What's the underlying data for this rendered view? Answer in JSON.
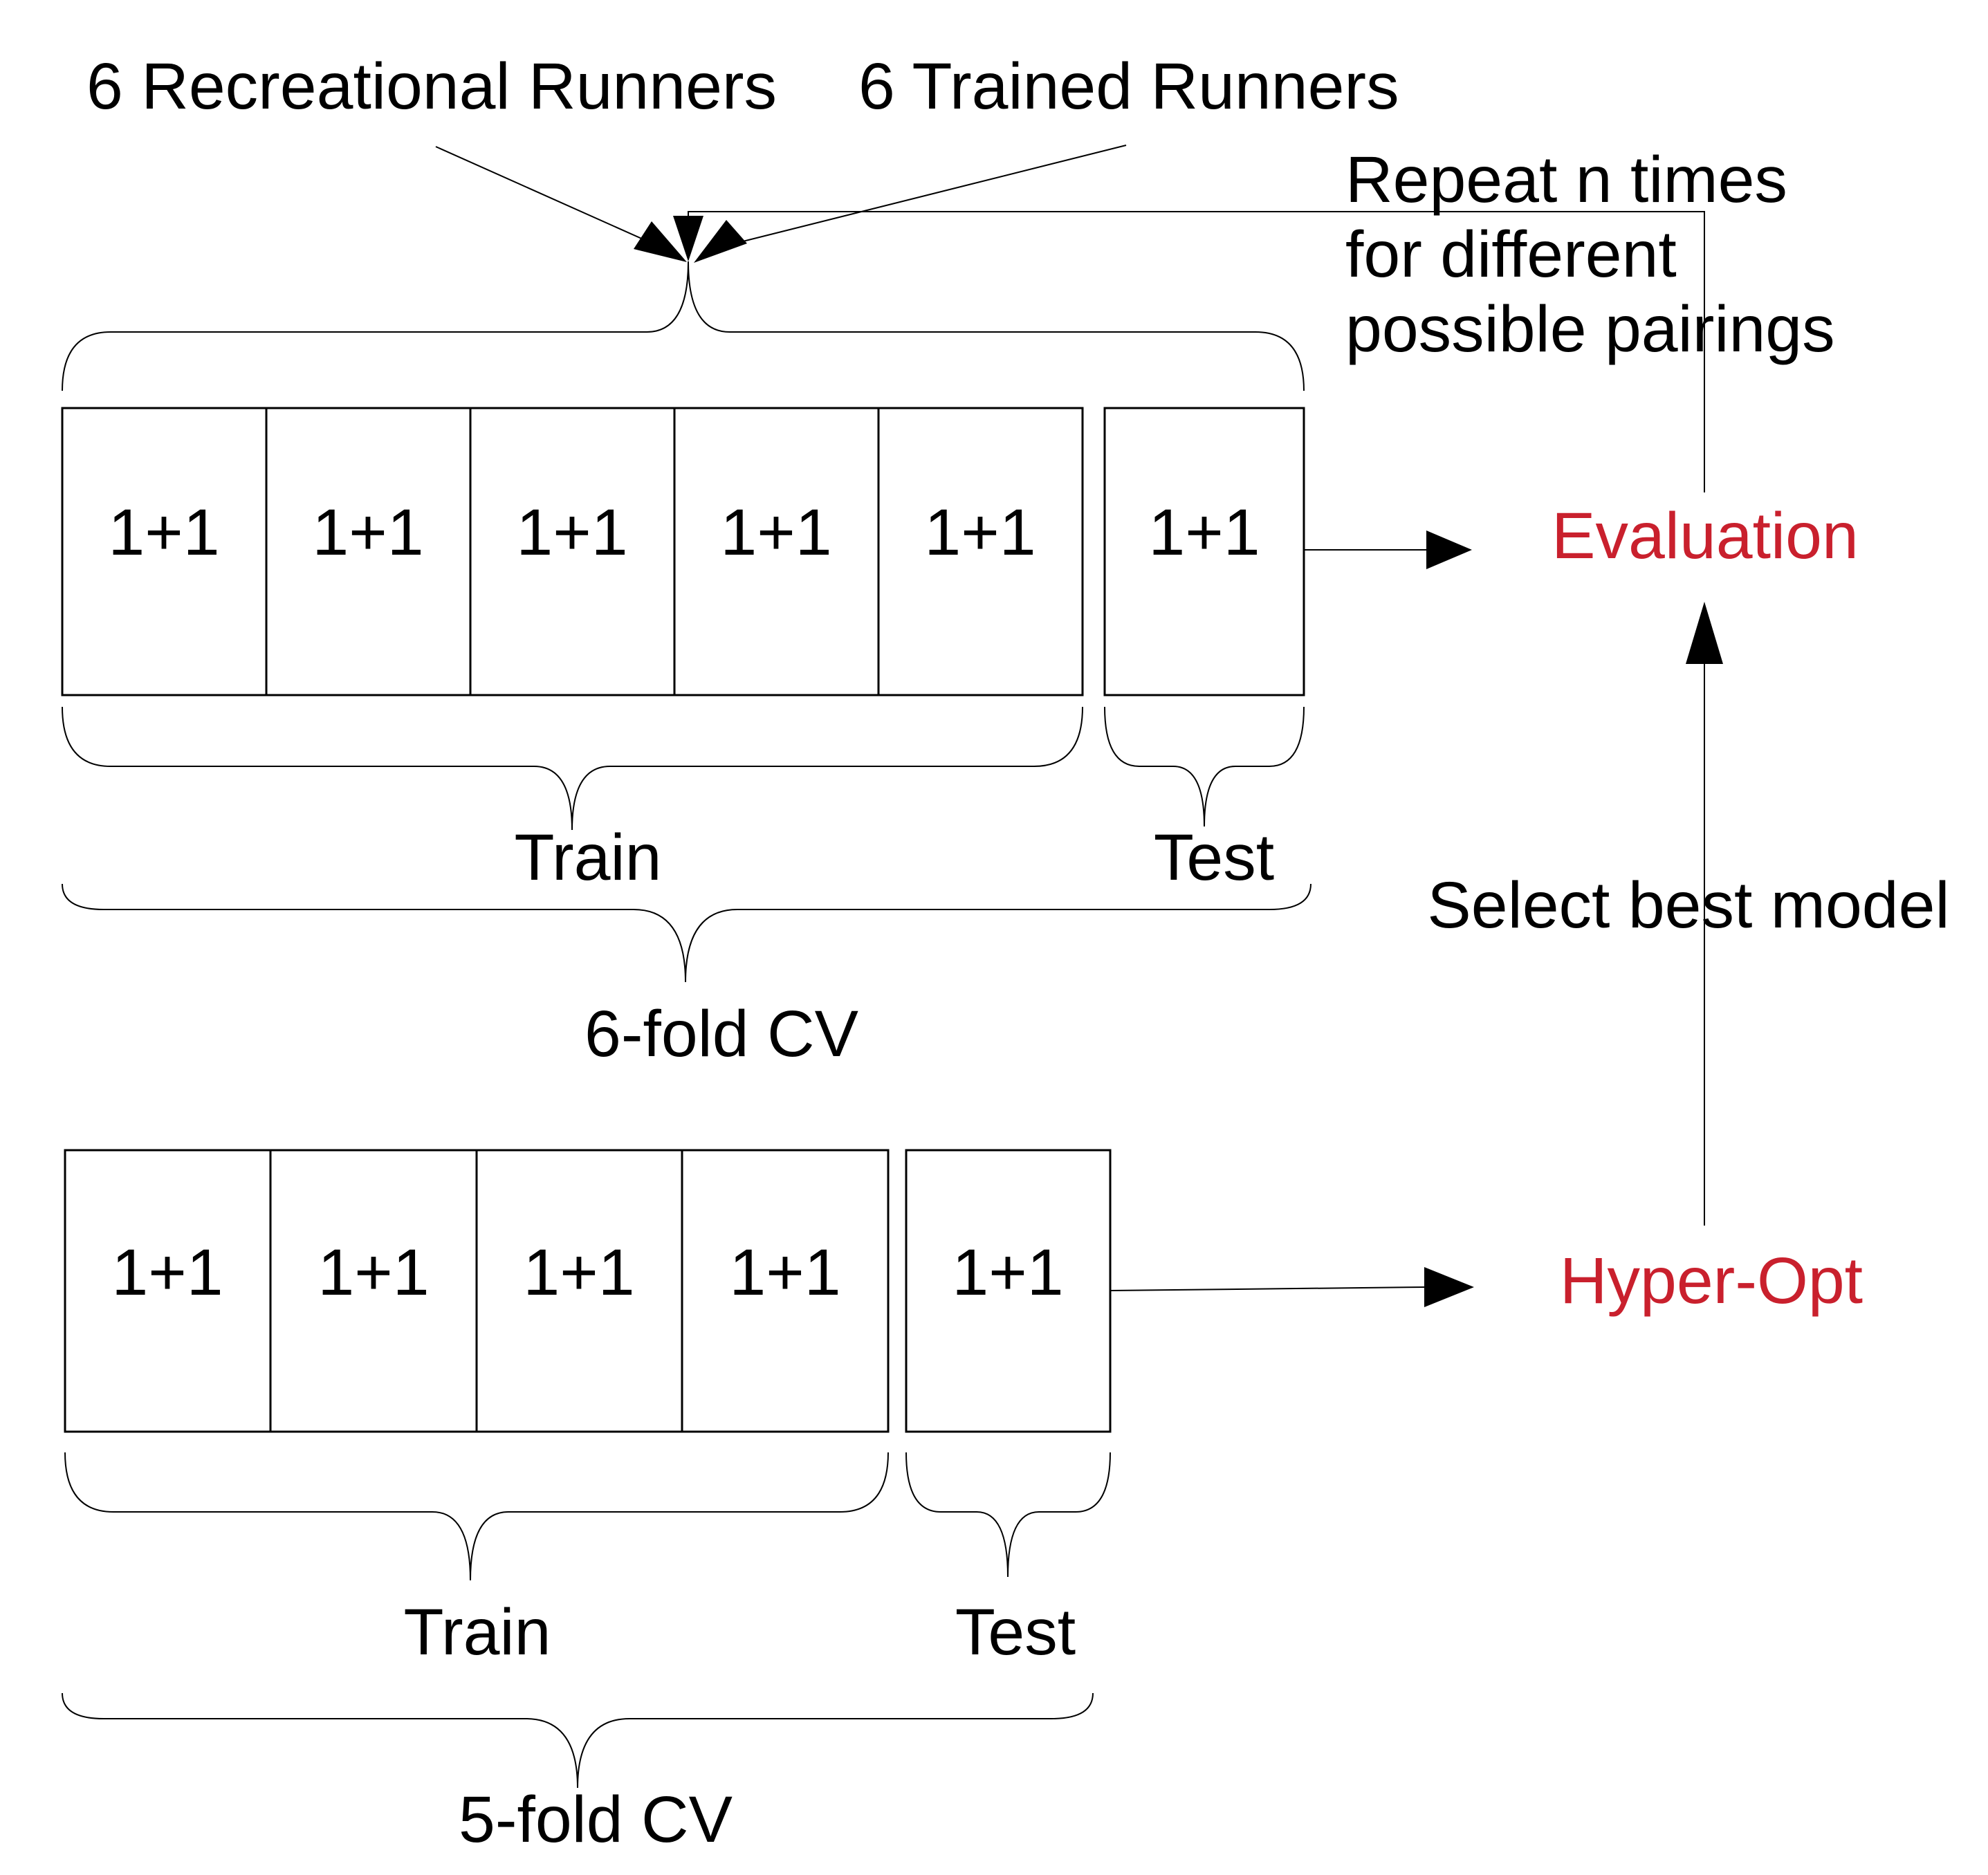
{
  "diagram": {
    "sources": {
      "left": "6 Recreational Runners",
      "right": "6 Trained Runners"
    },
    "repeat_note": {
      "line1": "Repeat n times",
      "line2": "for different",
      "line3": "possible pairings"
    },
    "select_note": "Select best model",
    "stages": {
      "evaluation": "Evaluation",
      "hyper_opt": "Hyper-Opt"
    },
    "outer_cv": {
      "cells": [
        "1+1",
        "1+1",
        "1+1",
        "1+1",
        "1+1",
        "1+1"
      ],
      "train_label": "Train",
      "test_label": "Test",
      "cv_label": "6-fold CV"
    },
    "inner_cv": {
      "cells": [
        "1+1",
        "1+1",
        "1+1",
        "1+1",
        "1+1"
      ],
      "train_label": "Train",
      "test_label": "Test",
      "cv_label": "5-fold CV"
    },
    "colors": {
      "stage_red": "#c9202d",
      "line_black": "#000000"
    }
  }
}
